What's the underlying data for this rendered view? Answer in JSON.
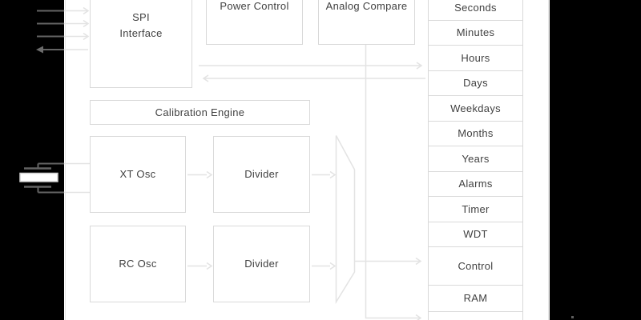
{
  "blocks": {
    "spi_interface": {
      "line1": "SPI",
      "line2": "Interface"
    },
    "power_control": "Power Control",
    "analog_compare": "Analog Compare",
    "calibration_engine": "Calibration Engine",
    "xt_osc": "XT Osc",
    "divider_xt": "Divider",
    "rc_osc": "RC Osc",
    "divider_rc": "Divider"
  },
  "register_file": {
    "rows": [
      "Seconds",
      "Minutes",
      "Hours",
      "Days",
      "Weekdays",
      "Months",
      "Years",
      "Alarms",
      "Timer",
      "WDT",
      "Control",
      "RAM"
    ]
  },
  "colors": {
    "background": "#000000",
    "surface": "#ffffff",
    "box_border": "#d9d9d9",
    "connector_light": "#e3e3e3",
    "connector_dark": "#636363",
    "text": "#414141"
  }
}
